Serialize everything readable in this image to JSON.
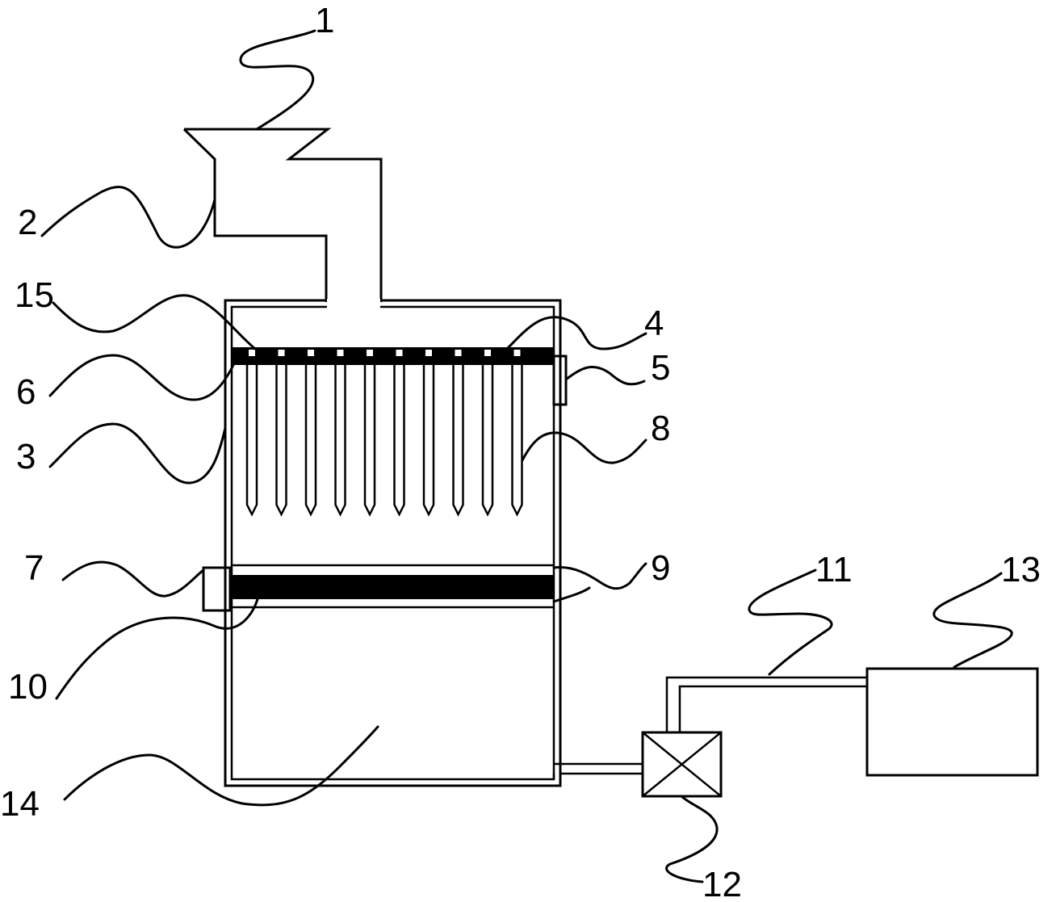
{
  "figure": {
    "labels": [
      {
        "id": "1",
        "text": "1"
      },
      {
        "id": "2",
        "text": "2"
      },
      {
        "id": "3",
        "text": "3"
      },
      {
        "id": "4",
        "text": "4"
      },
      {
        "id": "5",
        "text": "5"
      },
      {
        "id": "6",
        "text": "6"
      },
      {
        "id": "7",
        "text": "7"
      },
      {
        "id": "8",
        "text": "8"
      },
      {
        "id": "9",
        "text": "9"
      },
      {
        "id": "10",
        "text": "10"
      },
      {
        "id": "11",
        "text": "11"
      },
      {
        "id": "12",
        "text": "12"
      },
      {
        "id": "13",
        "text": "13"
      },
      {
        "id": "14",
        "text": "14"
      },
      {
        "id": "15",
        "text": "15"
      }
    ],
    "rod_count": 10,
    "line_color": "#000000",
    "background": "#ffffff"
  }
}
